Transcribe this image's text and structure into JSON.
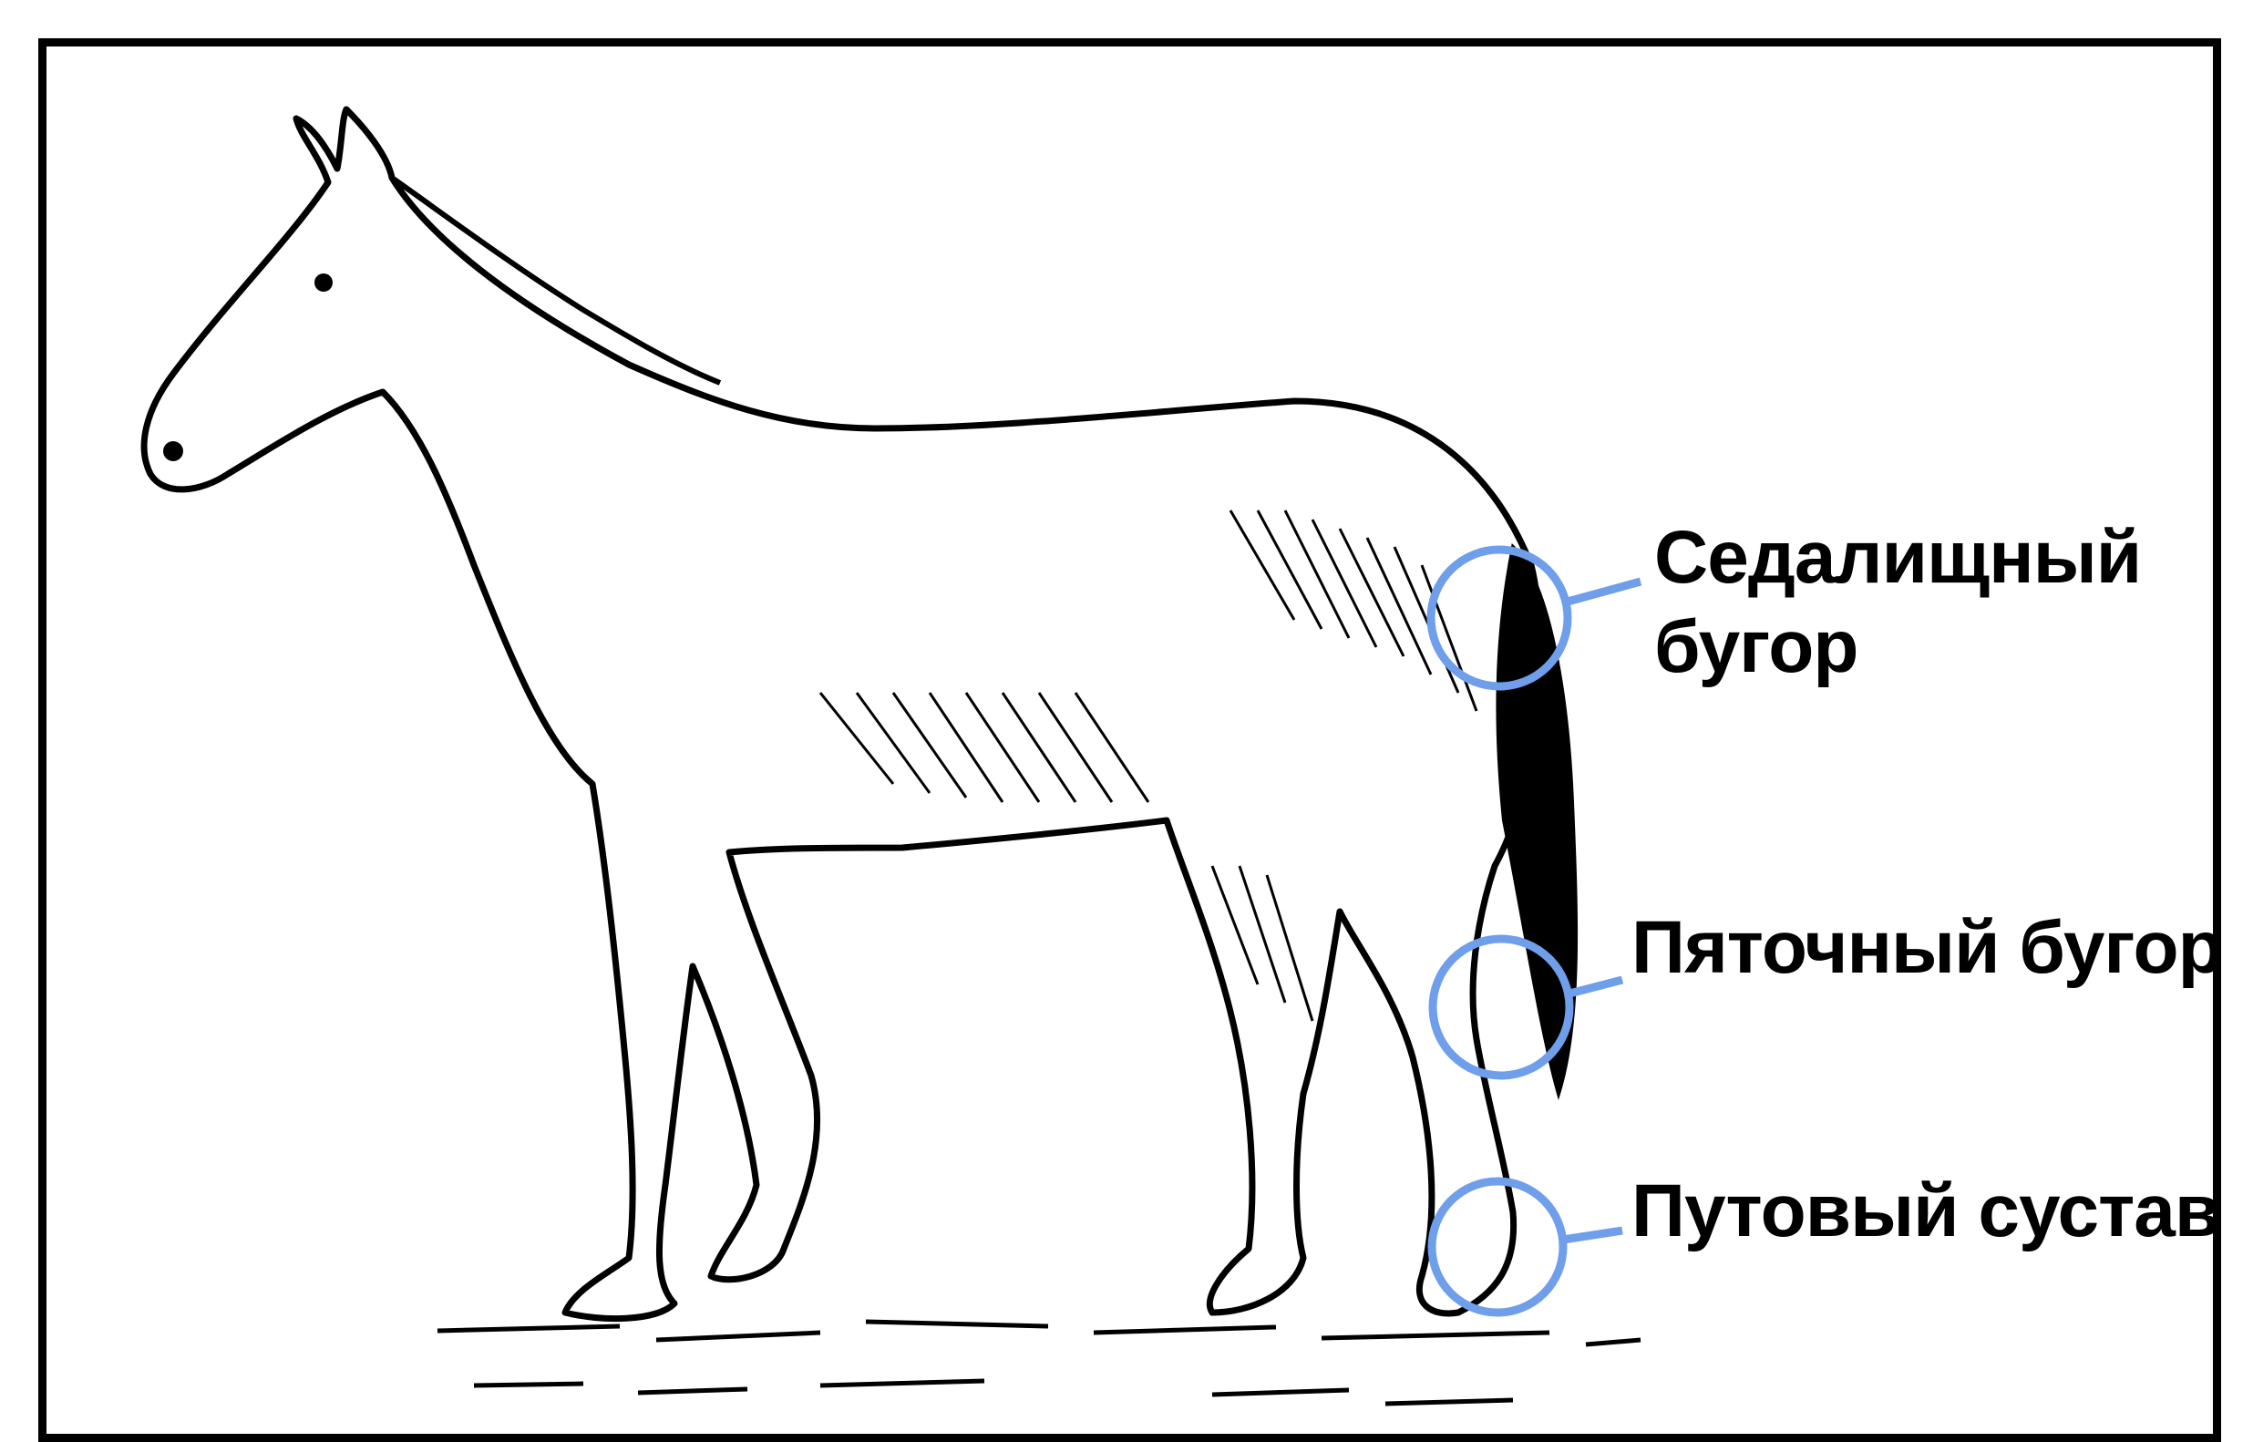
{
  "diagram": {
    "accent_color": "#6f9eea",
    "line_color": "#000000",
    "background_color": "#ffffff",
    "labels": [
      {
        "id": "ischial",
        "text_line1": "Седалищный",
        "text_line2": "бугор"
      },
      {
        "id": "calcaneal",
        "text": "Пяточный бугор"
      },
      {
        "id": "fetlock",
        "text": "Путовый сустав"
      }
    ]
  }
}
